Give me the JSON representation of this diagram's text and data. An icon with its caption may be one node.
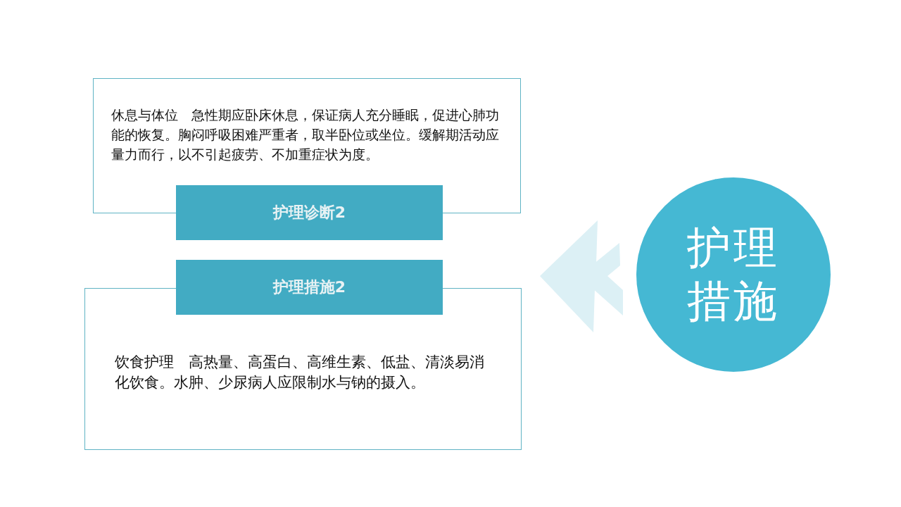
{
  "diagram": {
    "nodes": [
      {
        "text": [
          "休息与体位　急性期应卧床休息，保证病人充分睡眠，促进心肺功能的恢复。胸闷呼吸困难严重者，取半卧位或坐位。缓解期活动应量力而行，以不引起疲劳、不加重症状为度。"
        ]
      },
      {
        "text": [
          "护理诊断2"
        ]
      },
      {
        "text": [
          "护理措施2"
        ]
      },
      {
        "text": [
          "饮食护理　高热量、高蛋白、高维生素、低盐、清淡易消化饮食。水肿、少尿病人应限制水与钠的摄入。"
        ]
      },
      {
        "text": [
          "护理措施"
        ]
      }
    ]
  }
}
